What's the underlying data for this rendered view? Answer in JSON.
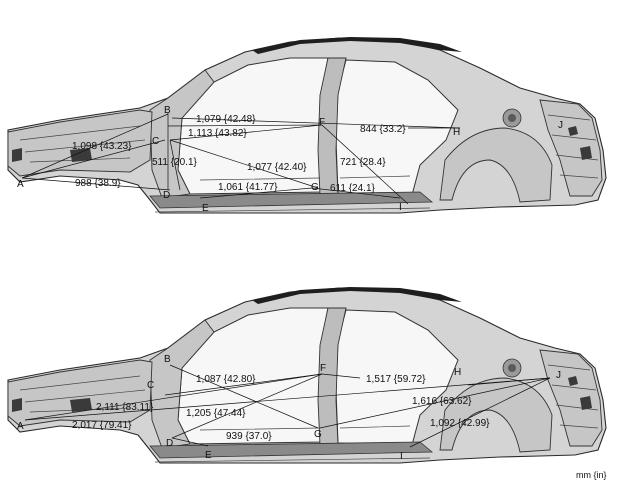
{
  "unit_label": "mm {in}",
  "diagrams": [
    {
      "points": [
        "A",
        "B",
        "C",
        "D",
        "E",
        "F",
        "G",
        "H",
        "I",
        "J"
      ],
      "dimensions": [
        "1,079 {42.48}",
        "1,113 {43.82}",
        "844 {33.2}",
        "1,098 {43.23}",
        "511 {20.1}",
        "1,077 {42.40}",
        "721 {28.4}",
        "988 {38.9}",
        "1,061 {41.77}",
        "611 {24.1}"
      ]
    },
    {
      "points": [
        "A",
        "B",
        "C",
        "D",
        "E",
        "F",
        "G",
        "H",
        "I",
        "J"
      ],
      "dimensions": [
        "1,087 {42.80}",
        "1,517 {59.72}",
        "2,111 {83.11}",
        "1,205 {47.44}",
        "1,616 {63.62}",
        "2,017 {79.41}",
        "939 {37.0}",
        "1,092 {42.99}"
      ]
    }
  ]
}
